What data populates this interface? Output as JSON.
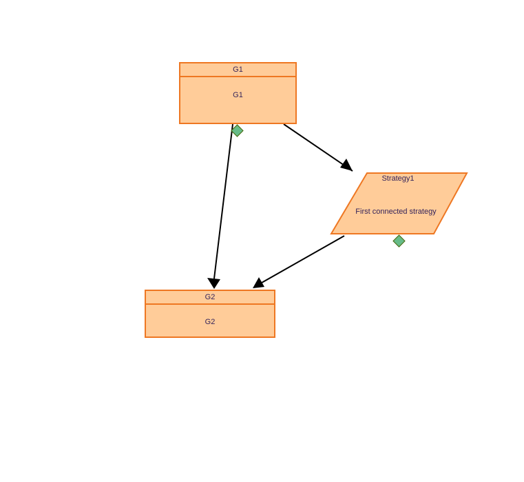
{
  "diagram": {
    "nodes": {
      "g1": {
        "header": "G1",
        "body": "G1"
      },
      "strategy1": {
        "header": "Strategy1",
        "body": "First connected strategy"
      },
      "g2": {
        "header": "G2",
        "body": "G2"
      }
    },
    "colors": {
      "node_fill": "#ffcc99",
      "node_border": "#ee7722",
      "text": "#33225a",
      "handle_fill": "#66bb88",
      "handle_border": "#4a6a10",
      "edge": "#000000"
    },
    "edges": [
      {
        "from": "G1",
        "to": "Strategy1"
      },
      {
        "from": "G1",
        "to": "G2"
      },
      {
        "from": "Strategy1",
        "to": "G2"
      }
    ]
  }
}
